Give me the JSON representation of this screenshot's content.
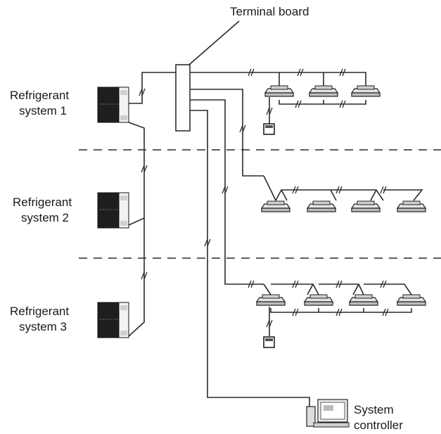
{
  "labels": {
    "terminal_board": "Terminal board",
    "system1_line1": "Refrigerant",
    "system1_line2": "system 1",
    "system2_line1": "Refrigerant",
    "system2_line2": "system 2",
    "system3_line1": "Refrigerant",
    "system3_line2": "system 3",
    "controller_line1": "System",
    "controller_line2": "controller"
  },
  "icons": {
    "outdoor_unit": "outdoor-unit-icon",
    "indoor_unit": "cassette-indoor-unit-icon",
    "remote": "remote-controller-icon",
    "controller": "system-controller-icon"
  },
  "colors": {
    "line": "#2a2a2a",
    "unit_dark": "#1e1e1e",
    "unit_light": "#f4f4f4"
  }
}
